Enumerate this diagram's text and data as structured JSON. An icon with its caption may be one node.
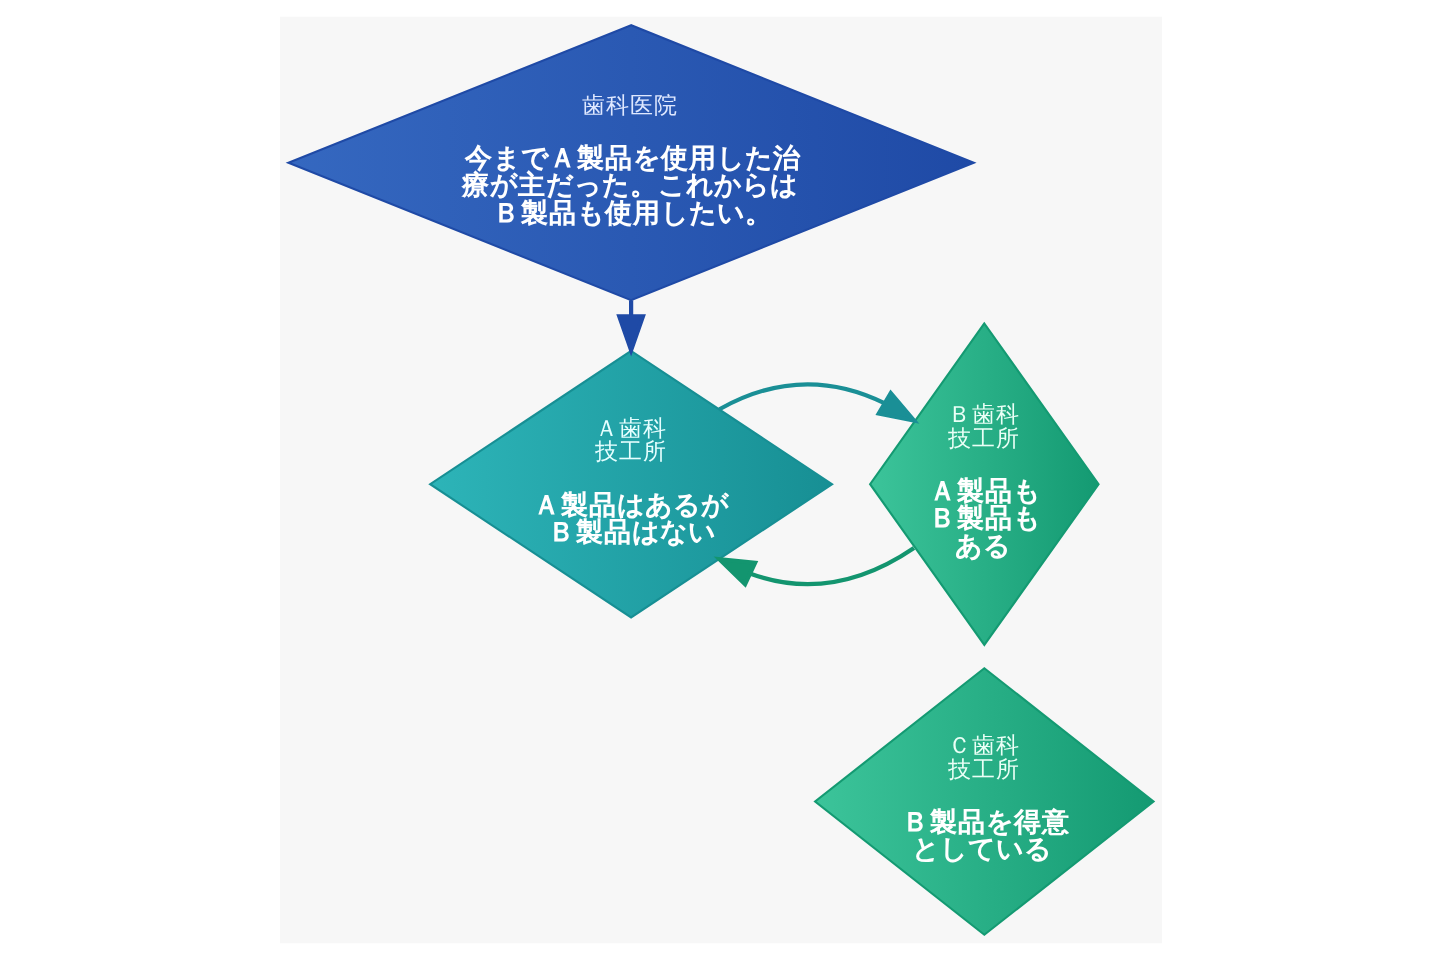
{
  "diagram": {
    "nodes": [
      {
        "text": [
          "歯科医院",
          "今までＡ製品を使用した治療が主だった。これからはＢ製品も使用したい。"
        ]
      },
      {
        "text": [
          "Ａ歯科技工所",
          "Ａ製品はあるがＢ製品はない"
        ]
      },
      {
        "text": [
          "Ｂ歯科技工所",
          "Ａ製品もＢ製品もある"
        ]
      },
      {
        "text": [
          "Ｃ歯科技工所",
          "Ｂ製品を得意としている"
        ]
      }
    ],
    "edges": [
      {
        "from": 0,
        "to": 1,
        "arrow": "to",
        "color": "#1f4aa6"
      },
      {
        "from": 2,
        "to": 1,
        "arrow": "to",
        "color": "#13956f"
      },
      {
        "from": 1,
        "to": 2,
        "arrow": "to",
        "color": "#1a8f96"
      }
    ]
  }
}
